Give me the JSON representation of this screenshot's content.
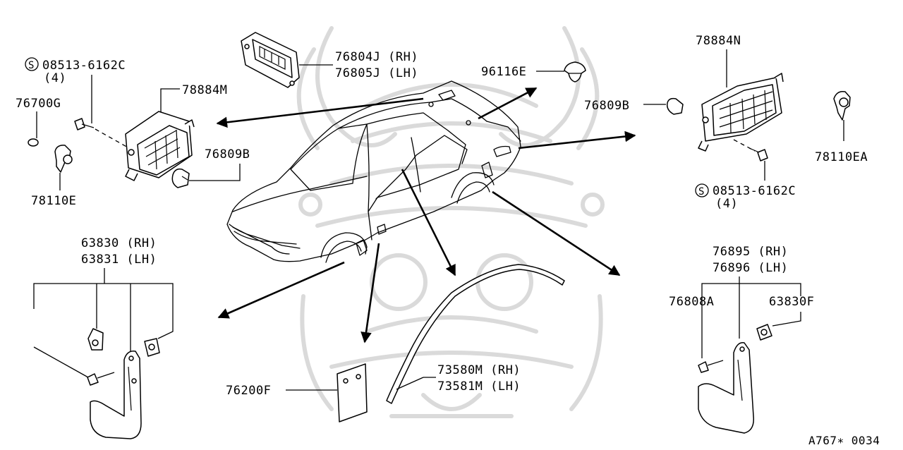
{
  "diagram": {
    "source_code": "A767∗ 0034",
    "colors": {
      "ink": "#000000",
      "background": "#ffffff",
      "watermark": "#d6d6d6"
    },
    "labels": {
      "l08513_tl": "08513-6162C",
      "l08513_tl_qty": "(4)",
      "l76700G": "76700G",
      "l78884M": "78884M",
      "l76809B_l": "76809B",
      "l78110E": "78110E",
      "l76804J": "76804J (RH)",
      "l76805J": "76805J (LH)",
      "l96116E": "96116E",
      "l78884N": "78884N",
      "l76809B_r": "76809B",
      "l78110EA": "78110EA",
      "l08513_r": "08513-6162C",
      "l08513_r_qty": "(4)",
      "l63830": "63830 (RH)",
      "l63831": "63831 (LH)",
      "l76200F": "76200F",
      "l73580M": "73580M (RH)",
      "l73581M": "73581M (LH)",
      "l76895": "76895 (RH)",
      "l76896": "76896 (LH)",
      "l76808A": "76808A",
      "l63830F": "63830F",
      "screw_symbol": "S"
    }
  }
}
